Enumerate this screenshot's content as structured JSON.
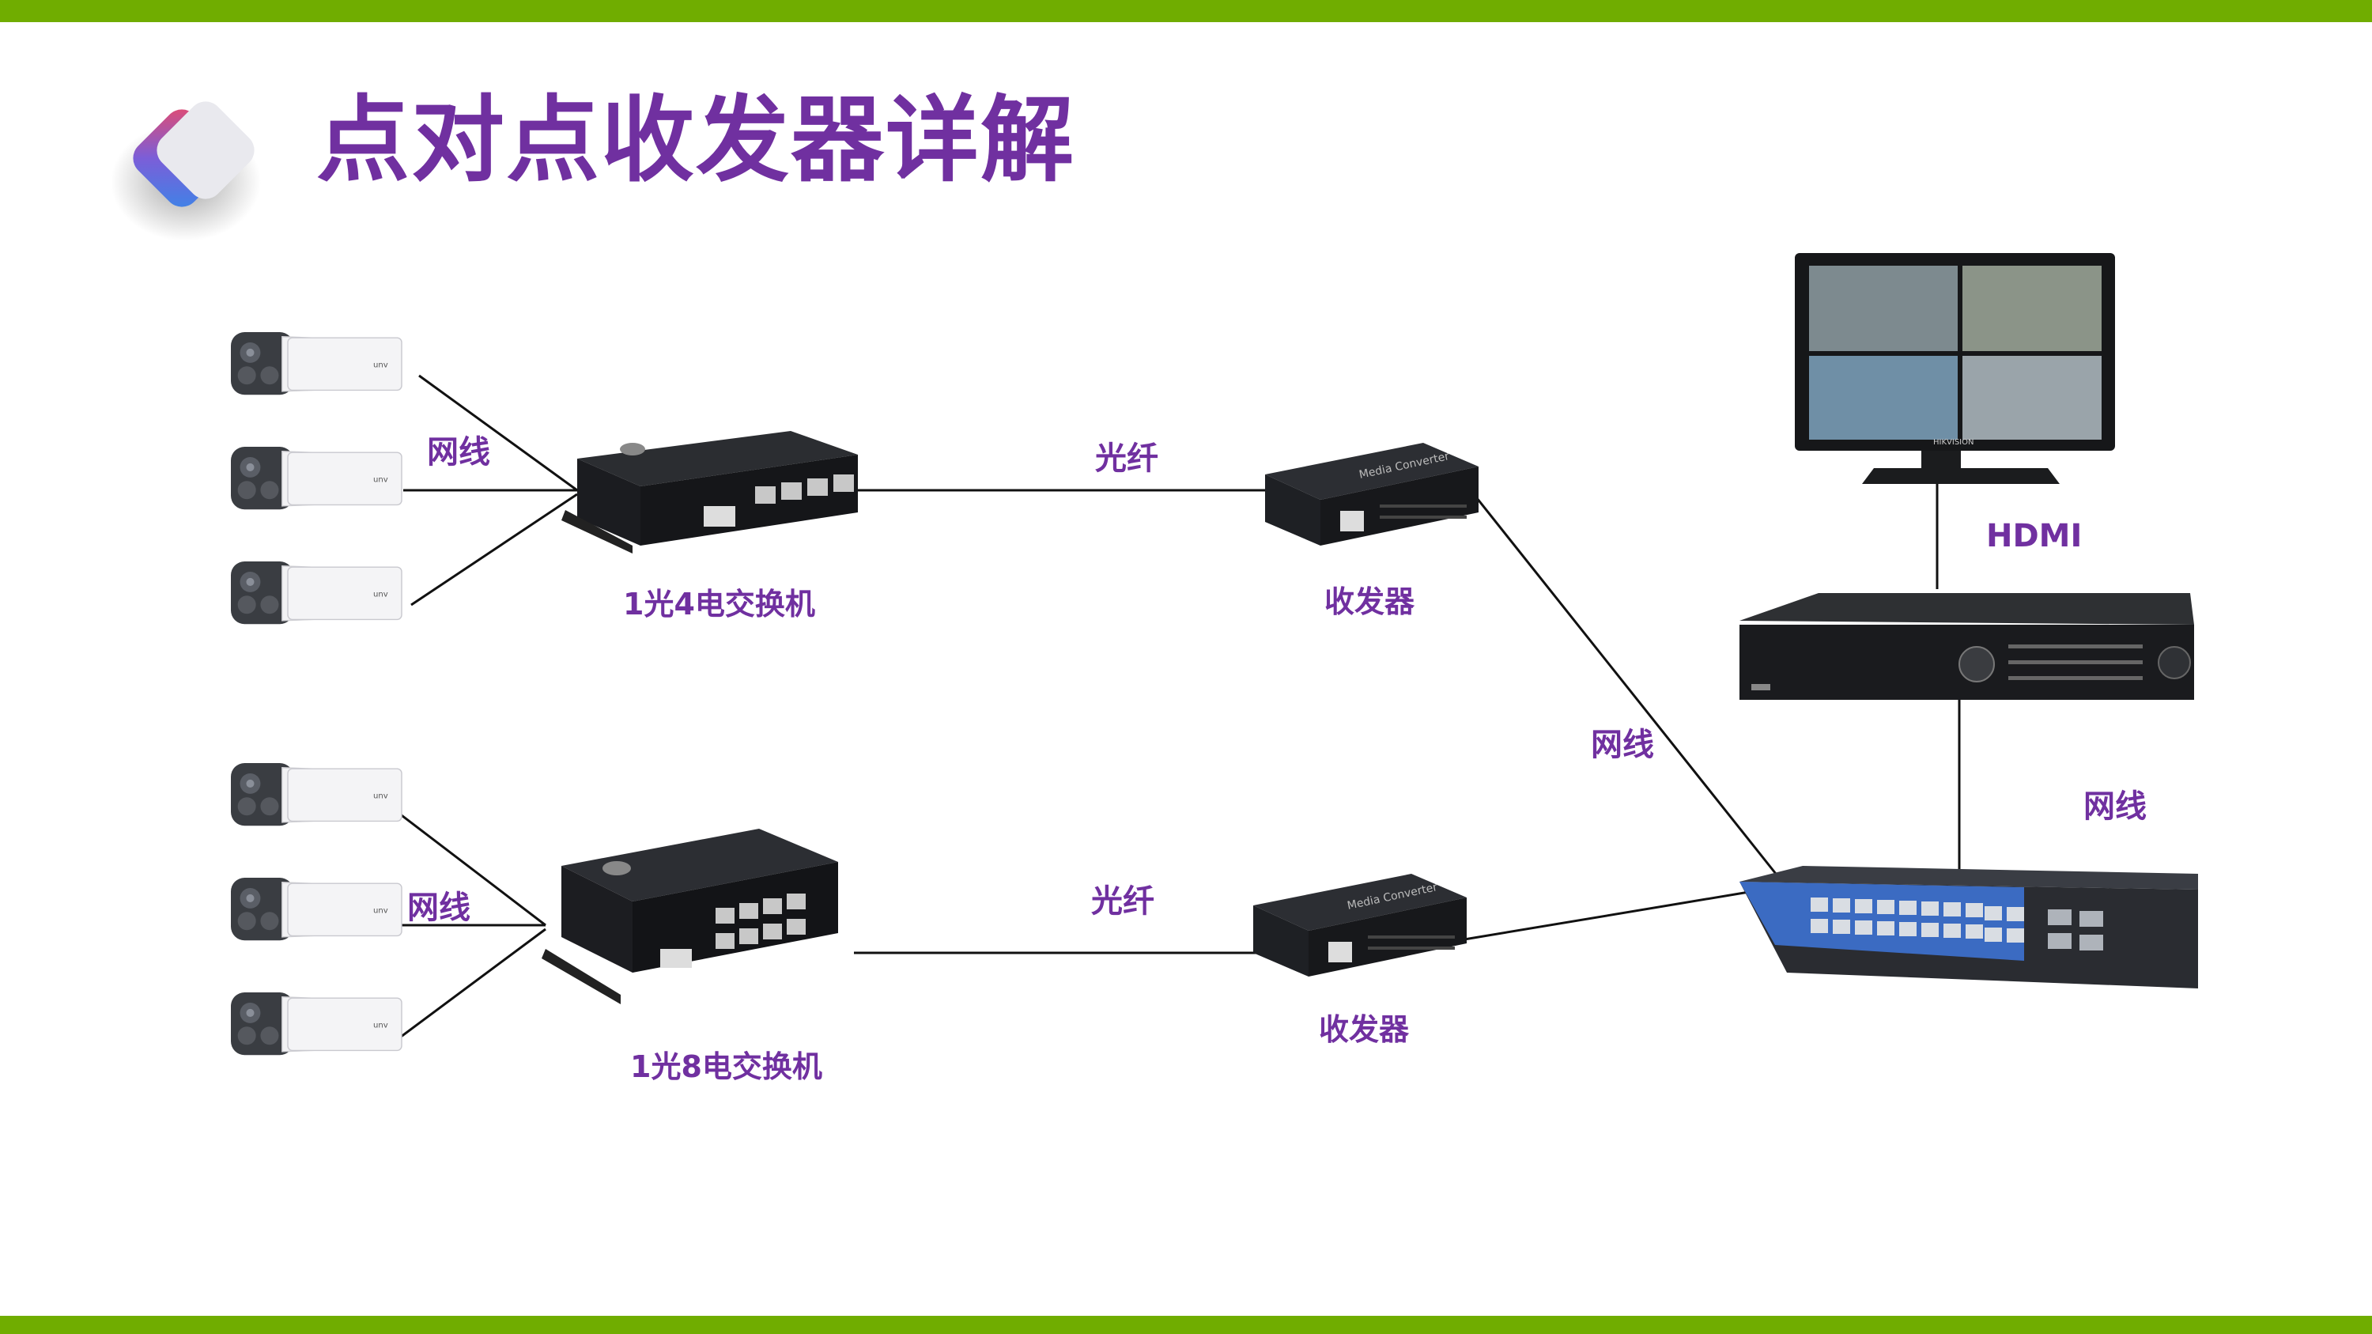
{
  "slide": {
    "title": "点对点收发器详解",
    "accent_color": "#70ad00",
    "title_color": "#7030a0"
  },
  "labels": {
    "cable_1": "网线",
    "fiber_1": "光纤",
    "cable_2": "网线",
    "fiber_2": "光纤",
    "cable_right": "网线",
    "hdmi": "HDMI",
    "cable_nvr": "网线"
  },
  "captions": {
    "switch_4": "1光4电交换机",
    "transceiver_1": "收发器",
    "switch_8": "1光8电交换机",
    "transceiver_2": "收发器"
  },
  "devices": {
    "camera_brand": "unv",
    "monitor_brand": "HIKVISION",
    "converter_text": "Media Converter"
  }
}
